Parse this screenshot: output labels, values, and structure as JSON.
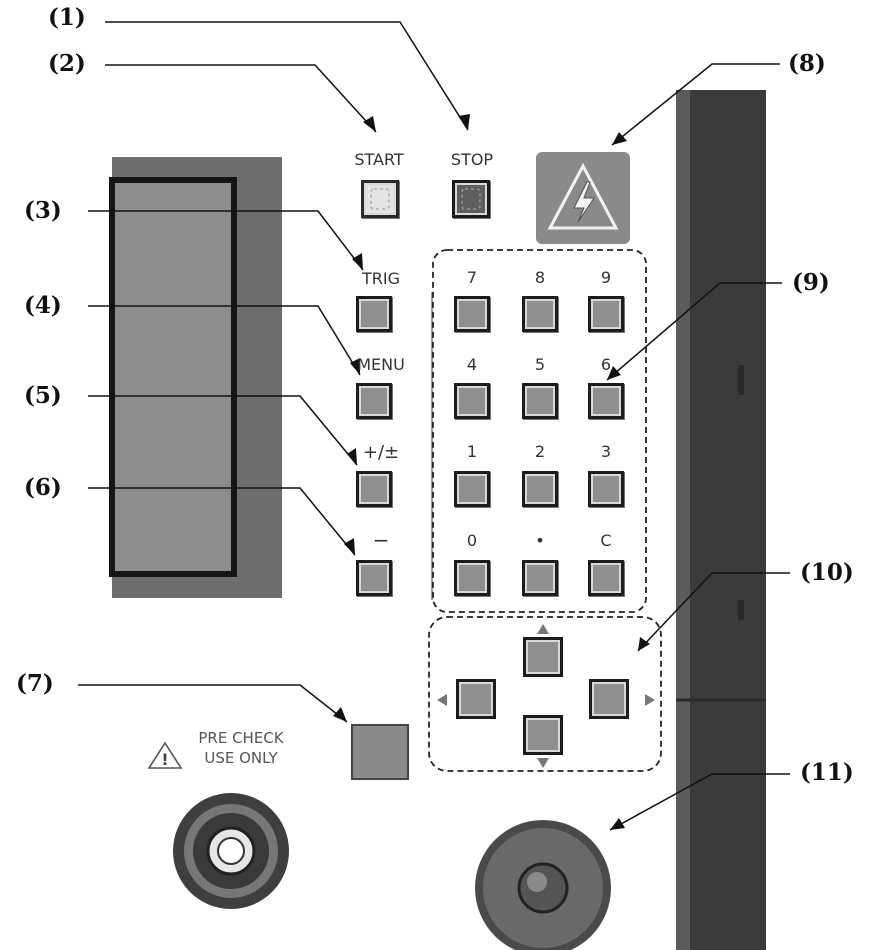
{
  "callouts": [
    "(1)",
    "(2)",
    "(3)",
    "(4)",
    "(5)",
    "(6)",
    "(7)",
    "(8)",
    "(9)",
    "(10)",
    "(11)"
  ],
  "top_buttons": {
    "start": "START",
    "stop": "STOP"
  },
  "side_keys": {
    "trig": "TRIG",
    "menu": "MENU",
    "plus": "+/±",
    "minus": "−"
  },
  "numpad": [
    "7",
    "8",
    "9",
    "4",
    "5",
    "6",
    "1",
    "2",
    "3",
    "0",
    "•",
    "C"
  ],
  "pre_check": {
    "line1": "PRE CHECK",
    "line2": "USE ONLY"
  },
  "icons": [
    "high-voltage-icon",
    "warning-triangle-icon",
    "arrow-up-icon",
    "arrow-down-icon",
    "arrow-left-icon",
    "arrow-right-icon"
  ]
}
